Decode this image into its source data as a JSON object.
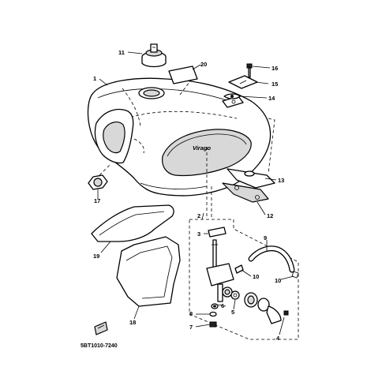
{
  "diagram": {
    "callouts": [
      {
        "id": "c1",
        "text": "1"
      },
      {
        "id": "c2",
        "text": "2"
      },
      {
        "id": "c3",
        "text": "3"
      },
      {
        "id": "c4",
        "text": "4"
      },
      {
        "id": "c5",
        "text": "5"
      },
      {
        "id": "c6",
        "text": "6"
      },
      {
        "id": "c7",
        "text": "7"
      },
      {
        "id": "c8",
        "text": "8"
      },
      {
        "id": "c9",
        "text": "9"
      },
      {
        "id": "c10a",
        "text": "10"
      },
      {
        "id": "c10b",
        "text": "10"
      },
      {
        "id": "c11",
        "text": "11"
      },
      {
        "id": "c12",
        "text": "12"
      },
      {
        "id": "c13",
        "text": "13"
      },
      {
        "id": "c14",
        "text": "14"
      },
      {
        "id": "c15",
        "text": "15"
      },
      {
        "id": "c16",
        "text": "16"
      },
      {
        "id": "c17",
        "text": "17"
      },
      {
        "id": "c18",
        "text": "18"
      },
      {
        "id": "c19",
        "text": "19"
      },
      {
        "id": "c20",
        "text": "20"
      }
    ],
    "figure_code": "5BT1010-7240",
    "tank_emblem_text": "Virago"
  }
}
